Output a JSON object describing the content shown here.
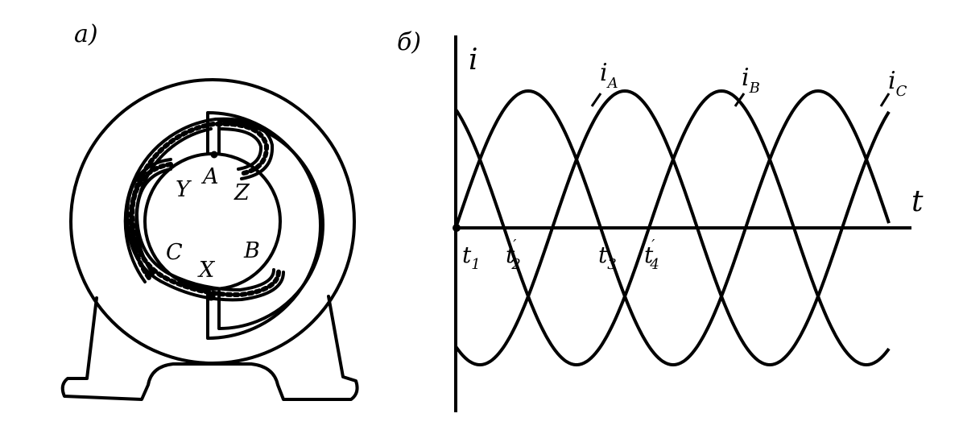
{
  "panel_a": {
    "label": "а)",
    "poles": {
      "A": "A",
      "B": "B",
      "C": "C",
      "X": "X",
      "Y": "Y",
      "Z": "Z"
    }
  },
  "panel_b": {
    "label": "б)",
    "y_axis": "i",
    "x_axis": "t",
    "curves": [
      {
        "main": "i",
        "sub": "A"
      },
      {
        "main": "i",
        "sub": "B"
      },
      {
        "main": "i",
        "sub": "C"
      }
    ],
    "times": [
      {
        "main": "t",
        "sub": "1",
        "prime": ""
      },
      {
        "main": "t",
        "sub": "2",
        "prime": "′"
      },
      {
        "main": "t",
        "sub": "3",
        "prime": ""
      },
      {
        "main": "t",
        "sub": "4",
        "prime": "′"
      }
    ]
  }
}
